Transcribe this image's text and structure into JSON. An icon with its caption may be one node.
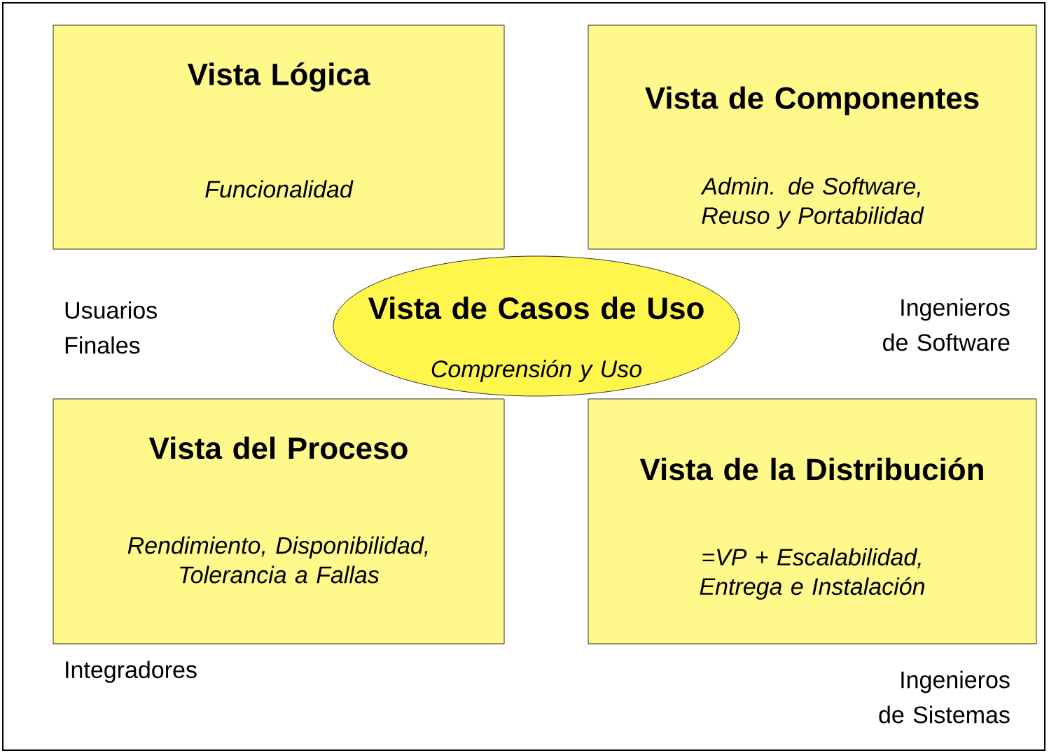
{
  "diagram": {
    "nodes": [
      {
        "text": [
          "Vista Lógica",
          "Funcionalidad"
        ],
        "beside": [
          "Usuarios Finales"
        ]
      },
      {
        "text": [
          "Vista de Componentes",
          "Admin. de Software, Reuso y Portabilidad"
        ],
        "beside": [
          "Ingenieros de Software"
        ]
      },
      {
        "text": [
          "Vista de Casos de Uso",
          "Comprensión y Uso"
        ]
      },
      {
        "text": [
          "Vista del Proceso",
          "Rendimiento, Disponibilidad, Tolerancia a Fallas"
        ],
        "beside": [
          "Integradores"
        ]
      },
      {
        "text": [
          "Vista de la Distribución",
          "=VP + Escalabilidad, Entrega e Instalación"
        ],
        "beside": [
          "Ingenieros de Sistemas"
        ]
      }
    ]
  }
}
